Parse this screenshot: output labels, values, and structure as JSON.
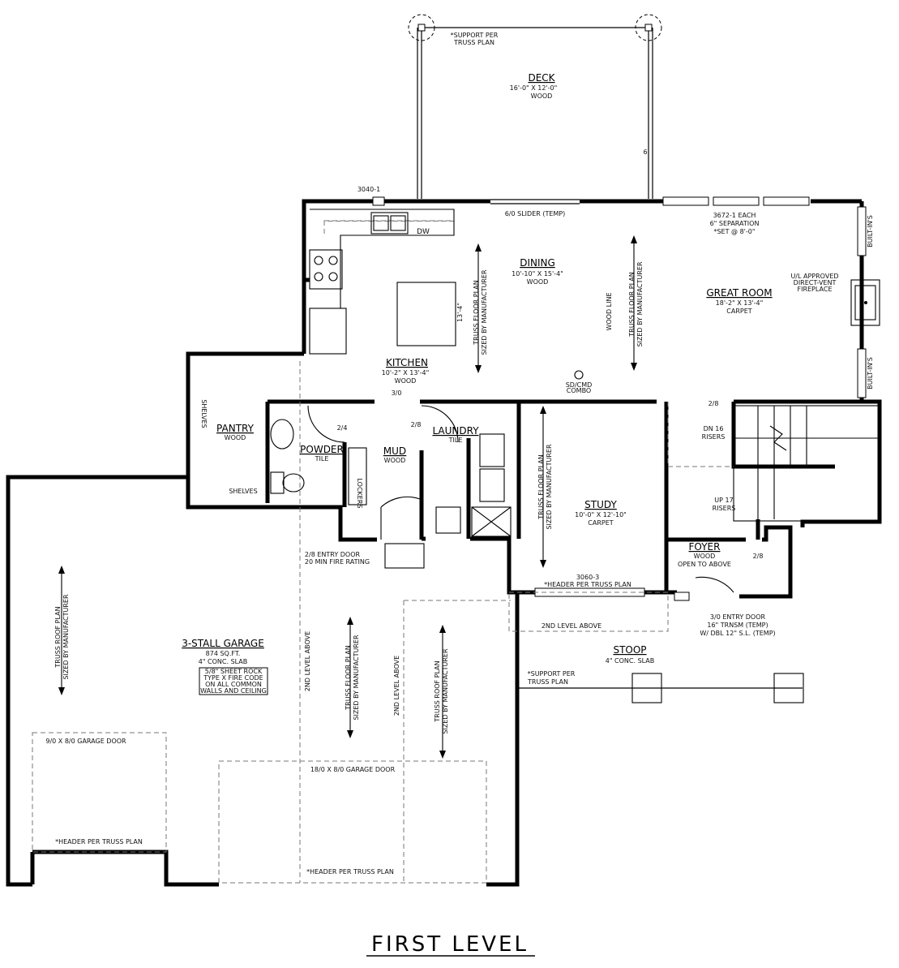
{
  "title": "FIRST LEVEL",
  "rooms": {
    "deck": {
      "name": "DECK",
      "dims": "16'-0\" X 12'-0\"",
      "floor": "WOOD"
    },
    "dining": {
      "name": "DINING",
      "dims": "10'-10\" X 15'-4\"",
      "floor": "WOOD"
    },
    "great_room": {
      "name": "GREAT ROOM",
      "dims": "18'-2\" X 13'-4\"",
      "floor": "CARPET"
    },
    "kitchen": {
      "name": "KITCHEN",
      "dims": "10'-2\" X 13'-4\"",
      "floor": "WOOD"
    },
    "pantry": {
      "name": "PANTRY",
      "floor": "WOOD"
    },
    "powder": {
      "name": "POWDER",
      "floor": "TILE"
    },
    "mud": {
      "name": "MUD",
      "floor": "WOOD"
    },
    "laundry": {
      "name": "LAUNDRY",
      "floor": "TILE"
    },
    "study": {
      "name": "STUDY",
      "dims": "10'-0\" X 12'-10\"",
      "floor": "CARPET"
    },
    "foyer": {
      "name": "FOYER",
      "floor": "WOOD",
      "note": "OPEN TO ABOVE"
    },
    "garage": {
      "name": "3-STALL GARAGE",
      "area": "874 SQ.FT.",
      "slab": "4\" CONC. SLAB",
      "note1": "5/8\" SHEET ROCK",
      "note2": "TYPE X FIRE CODE",
      "note3": "ON ALL COMMON",
      "note4": "WALLS AND CEILING"
    },
    "stoop": {
      "name": "STOOP",
      "slab": "4\" CONC. SLAB"
    }
  },
  "notes": {
    "support_deck_1": "*SUPPORT PER",
    "support_deck_2": "TRUSS PLAN",
    "window_3040": "3040-1",
    "slider": "6/0 SLIDER (TEMP)",
    "windows_gr_1": "3672-1 EACH",
    "windows_gr_2": "6\" SEPARATION",
    "windows_gr_3": "*SET @ 8'-0\"",
    "builtins_1": "BUILT-IN'S",
    "builtins_2": "BUILT-IN'S",
    "fireplace_1": "U/L APPROVED",
    "fireplace_2": "DIRECT-VENT",
    "fireplace_3": "FIREPLACE",
    "dw": "DW",
    "island_dim": "13'-4\"",
    "wood_line": "WOOD LINE",
    "truss_floor_1": "TRUSS FLOOR PLAN",
    "truss_floor_2": "SIZED BY MANUFACTURER",
    "truss_roof_1": "TRUSS ROOF PLAN",
    "truss_roof_2": "SIZED BY MANUFACTURER",
    "door_30": "3/0",
    "door_28a": "2/8",
    "door_24": "2/4",
    "door_28b": "2/8",
    "door_28c": "2/8",
    "sd_1": "SD/CMD",
    "sd_2": "COMBO",
    "dn": "DN 16",
    "up": "UP 17",
    "risers": "RISERS",
    "shelves_1": "SHELVES",
    "shelves_2": "SHELVES",
    "lockers": "LOCKERS",
    "entry_door_1": "2/8 ENTRY DOOR",
    "entry_door_2": "20 MIN FIRE RATING",
    "window_3060_1": "3060-3",
    "window_3060_2": "*HEADER PER TRUSS PLAN",
    "second_above_1": "2ND LEVEL ABOVE",
    "second_above_2": "2ND LEVEL ABOVE",
    "second_above_3": "2ND LEVEL ABOVE",
    "front_door_1": "3/0 ENTRY DOOR",
    "front_door_2": "16\" TRNSM (TEMP)",
    "front_door_3": "W/ DBL 12\" S.L. (TEMP)",
    "support_stoop_1": "*SUPPORT PER",
    "support_stoop_2": "TRUSS PLAN",
    "garage_door_small": "9/0 X 8/0 GARAGE DOOR",
    "garage_door_large": "18/0 X 8/0 GARAGE DOOR",
    "header_1": "*HEADER PER TRUSS PLAN",
    "header_2": "*HEADER PER TRUSS PLAN",
    "deck_6": "6"
  }
}
